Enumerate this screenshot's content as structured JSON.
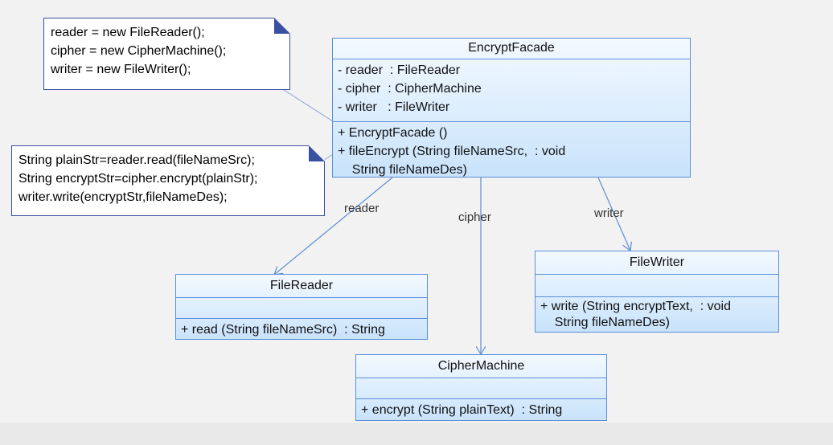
{
  "notes": [
    {
      "lines": [
        "reader = new FileReader();",
        "cipher = new CipherMachine();",
        "writer = new FileWriter();"
      ]
    },
    {
      "lines": [
        "String plainStr=reader.read(fileNameSrc);",
        "String encryptStr=cipher.encrypt(plainStr);",
        "writer.write(encryptStr,fileNameDes);"
      ]
    }
  ],
  "classes": {
    "encrypt_facade": {
      "name": "EncryptFacade",
      "attributes": [
        "- reader  : FileReader",
        "- cipher  : CipherMachine",
        "- writer   : FileWriter"
      ],
      "operations": [
        "+ EncryptFacade ()",
        "+ fileEncrypt (String fileNameSrc,  : void",
        "    String fileNameDes)"
      ]
    },
    "file_reader": {
      "name": "FileReader",
      "operations": [
        "+ read (String fileNameSrc)  : String"
      ]
    },
    "file_writer": {
      "name": "FileWriter",
      "operations": [
        "+ write (String encryptText,  : void",
        "    String fileNameDes)"
      ]
    },
    "cipher_machine": {
      "name": "CipherMachine",
      "operations": [
        "+ encrypt (String plainText)  : String"
      ]
    }
  },
  "associations": {
    "reader": "reader",
    "cipher": "cipher",
    "writer": "writer"
  },
  "colors": {
    "class_border": "#5a8fd6",
    "class_fill_top": "#f3f9ff",
    "class_fill_bottom": "#c9e3fb",
    "note_border": "#3a50a0",
    "arrow": "#5a8fd6"
  }
}
